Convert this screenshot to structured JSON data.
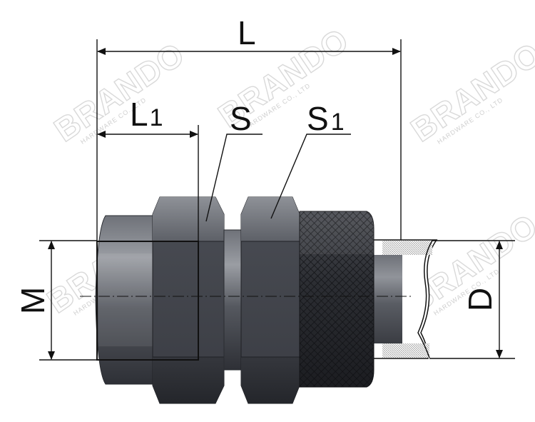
{
  "labels": {
    "overall_length": "L",
    "thread_length_main": "L",
    "thread_length_sub": "1",
    "hex_nut": "S",
    "hex_nut_2_main": "S",
    "hex_nut_2_sub": "1",
    "thread_size": "M",
    "hose_diameter": "D"
  },
  "watermark": {
    "brand": "BRANDO",
    "company": "HARDWARE CO., LTD"
  },
  "colors": {
    "line": "#111111",
    "metal_dark": "#2f3138",
    "metal_mid": "#55585f",
    "metal_light": "#8a8d94",
    "hose": "#ffffff"
  }
}
